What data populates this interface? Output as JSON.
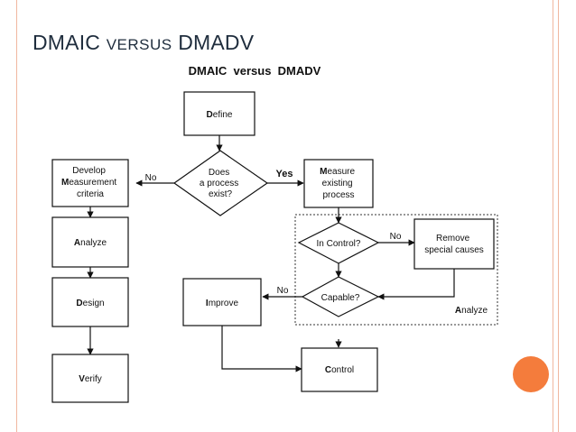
{
  "slide": {
    "title_part1": "DMAIC ",
    "title_part2": "VERSUS",
    "title_part3": " DMADV"
  },
  "diagram": {
    "heading": "DMAIC  versus  DMADV",
    "nodes": {
      "define": [
        "D",
        "efine"
      ],
      "decision_exists": [
        "Does",
        "a process",
        "exist?"
      ],
      "develop_line1": "Develop",
      "develop_line2": [
        "M",
        "easurement"
      ],
      "develop_line3": "criteria",
      "analyze_left": [
        "A",
        "nalyze"
      ],
      "design": [
        "D",
        "esign"
      ],
      "verify": [
        "V",
        "erify"
      ],
      "measure_line1": [
        "M",
        "easure"
      ],
      "measure_line2": "existing",
      "measure_line3": "process",
      "in_control": "In Control?",
      "remove_line1": "Remove",
      "remove_line2": "special causes",
      "capable": "Capable?",
      "improve": [
        "I",
        "mprove"
      ],
      "control": [
        "C",
        "ontrol"
      ],
      "analyze_right": [
        "A",
        "nalyze"
      ]
    },
    "edge_labels": {
      "no_left": "No",
      "yes": "Yes",
      "no_in_control": "No",
      "no_capable": "No"
    }
  }
}
